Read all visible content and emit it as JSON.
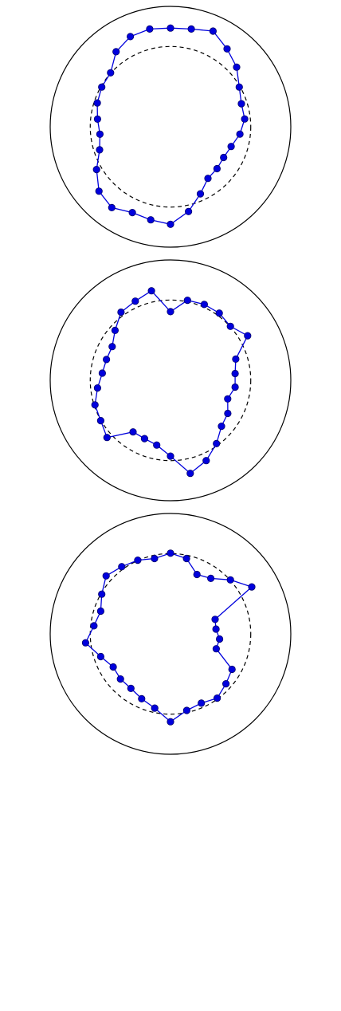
{
  "chart_data": [
    {
      "type": "polar-line",
      "r_max": 1.0,
      "reference_circle_r": 0.667,
      "colors": {
        "series": "#0000dd",
        "marker": "#0000dd",
        "marker_edge": "#00006a",
        "reference": "#000000",
        "frame": "#000000"
      },
      "series": [
        {
          "theta_deg": [
            0,
            12,
            24,
            36,
            48,
            60,
            72,
            84,
            96,
            108,
            120,
            132,
            144,
            156,
            168,
            180,
            192,
            204,
            216,
            228,
            240,
            252,
            264,
            276,
            288,
            300,
            312,
            324,
            336,
            348
          ],
          "r": [
            0.82,
            0.83,
            0.87,
            0.8,
            0.74,
            0.66,
            0.62,
            0.62,
            0.58,
            0.53,
            0.51,
            0.52,
            0.53,
            0.61,
            0.72,
            0.81,
            0.79,
            0.78,
            0.83,
            0.8,
            0.71,
            0.62,
            0.59,
            0.61,
            0.64,
            0.66,
            0.67,
            0.77,
            0.82,
            0.83
          ]
        }
      ]
    },
    {
      "type": "polar-line",
      "r_max": 1.0,
      "reference_circle_r": 0.667,
      "colors": {
        "series": "#0000dd",
        "marker": "#0000dd",
        "marker_edge": "#00006a",
        "reference": "#000000",
        "frame": "#000000"
      },
      "series": [
        {
          "theta_deg": [
            0,
            12,
            24,
            36,
            48,
            60,
            72,
            84,
            96,
            108,
            120,
            132,
            144,
            156,
            168,
            180,
            192,
            204,
            216,
            228,
            240,
            252,
            264,
            276,
            288,
            300,
            312,
            324,
            336,
            348
          ],
          "r": [
            0.57,
            0.68,
            0.69,
            0.69,
            0.67,
            0.74,
            0.57,
            0.54,
            0.54,
            0.5,
            0.55,
            0.57,
            0.65,
            0.73,
            0.79,
            0.63,
            0.55,
            0.53,
            0.53,
            0.71,
            0.67,
            0.66,
            0.61,
            0.57,
            0.56,
            0.56,
            0.62,
            0.7,
            0.72,
            0.76
          ]
        }
      ]
    },
    {
      "type": "polar-line",
      "r_max": 1.0,
      "reference_circle_r": 0.667,
      "colors": {
        "series": "#0000dd",
        "marker": "#0000dd",
        "marker_edge": "#00006a",
        "reference": "#000000",
        "frame": "#000000"
      },
      "series": [
        {
          "theta_deg": [
            0,
            12,
            24,
            36,
            48,
            60,
            72,
            84,
            96,
            108,
            120,
            132,
            144,
            156,
            168,
            180,
            192,
            204,
            216,
            228,
            240,
            252,
            264,
            276,
            288,
            300,
            312,
            324,
            336,
            348
          ],
          "r": [
            0.67,
            0.64,
            0.54,
            0.57,
            0.67,
            0.78,
            0.39,
            0.38,
            0.41,
            0.4,
            0.59,
            0.62,
            0.66,
            0.63,
            0.65,
            0.73,
            0.63,
            0.59,
            0.56,
            0.56,
            0.55,
            0.61,
            0.71,
            0.64,
            0.61,
            0.66,
            0.72,
            0.69,
            0.67,
            0.64
          ]
        }
      ]
    }
  ]
}
